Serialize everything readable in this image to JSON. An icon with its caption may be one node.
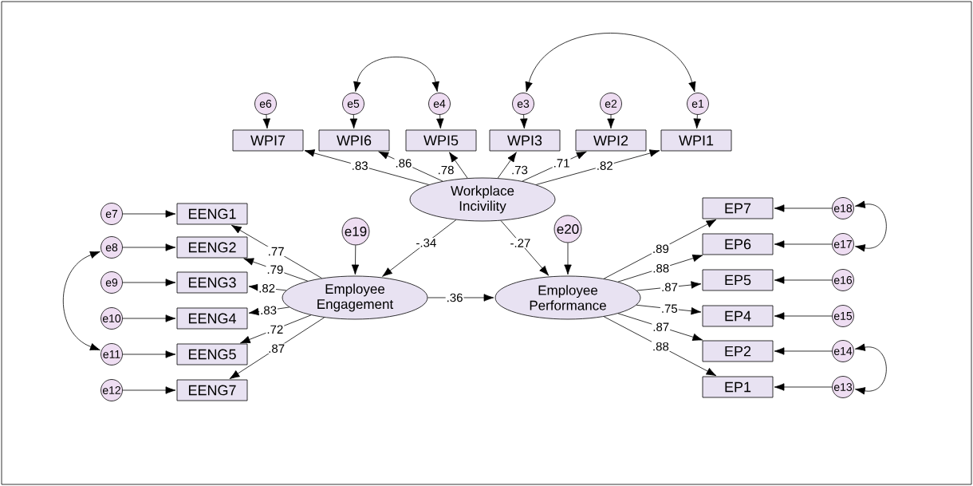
{
  "diagram": {
    "nodes": [
      {
        "text": [
          "e6"
        ]
      },
      {
        "text": [
          "e5"
        ]
      },
      {
        "text": [
          "e4"
        ]
      },
      {
        "text": [
          "e3"
        ]
      },
      {
        "text": [
          "e2"
        ]
      },
      {
        "text": [
          "e1"
        ]
      },
      {
        "text": [
          "WPI7"
        ]
      },
      {
        "text": [
          "WPI6"
        ]
      },
      {
        "text": [
          "WPI5"
        ]
      },
      {
        "text": [
          "WPI3"
        ]
      },
      {
        "text": [
          "WPI2"
        ]
      },
      {
        "text": [
          "WPI1"
        ]
      },
      {
        "text": [
          "Workplace Incivility"
        ]
      },
      {
        "text": [
          "e19"
        ]
      },
      {
        "text": [
          "e20"
        ]
      },
      {
        "text": [
          "Employee Engagement"
        ]
      },
      {
        "text": [
          "Employee Performance"
        ]
      },
      {
        "text": [
          "e7"
        ]
      },
      {
        "text": [
          "EENG1"
        ]
      },
      {
        "text": [
          "e8"
        ]
      },
      {
        "text": [
          "EENG2"
        ]
      },
      {
        "text": [
          "e9"
        ]
      },
      {
        "text": [
          "EENG3"
        ]
      },
      {
        "text": [
          "e10"
        ]
      },
      {
        "text": [
          "EENG4"
        ]
      },
      {
        "text": [
          "e11"
        ]
      },
      {
        "text": [
          "EENG5"
        ]
      },
      {
        "text": [
          "e12"
        ]
      },
      {
        "text": [
          "EENG7"
        ]
      },
      {
        "text": [
          "EP7"
        ]
      },
      {
        "text": [
          "e18"
        ]
      },
      {
        "text": [
          "EP6"
        ]
      },
      {
        "text": [
          "e17"
        ]
      },
      {
        "text": [
          "EP5"
        ]
      },
      {
        "text": [
          "e16"
        ]
      },
      {
        "text": [
          "EP4"
        ]
      },
      {
        "text": [
          "e15"
        ]
      },
      {
        "text": [
          "EP2"
        ]
      },
      {
        "text": [
          "e14"
        ]
      },
      {
        "text": [
          "EP1"
        ]
      },
      {
        "text": [
          "e13"
        ]
      }
    ],
    "edges": [
      {
        "from": 0,
        "to": 6,
        "arrow": "to"
      },
      {
        "from": 1,
        "to": 7,
        "arrow": "to"
      },
      {
        "from": 2,
        "to": 8,
        "arrow": "to"
      },
      {
        "from": 3,
        "to": 9,
        "arrow": "to"
      },
      {
        "from": 4,
        "to": 10,
        "arrow": "to"
      },
      {
        "from": 5,
        "to": 11,
        "arrow": "to"
      },
      {
        "from": 1,
        "to": 2,
        "arrow": "both"
      },
      {
        "from": 3,
        "to": 5,
        "arrow": "both"
      },
      {
        "from": 12,
        "to": 6,
        "arrow": "to",
        "label": ".83"
      },
      {
        "from": 12,
        "to": 7,
        "arrow": "to",
        "label": ".86"
      },
      {
        "from": 12,
        "to": 8,
        "arrow": "to",
        "label": ".78"
      },
      {
        "from": 12,
        "to": 9,
        "arrow": "to",
        "label": ".73"
      },
      {
        "from": 12,
        "to": 10,
        "arrow": "to",
        "label": ".71"
      },
      {
        "from": 12,
        "to": 11,
        "arrow": "to",
        "label": ".82"
      },
      {
        "from": 12,
        "to": 15,
        "arrow": "to",
        "label": "-.34"
      },
      {
        "from": 12,
        "to": 16,
        "arrow": "to",
        "label": "-.27"
      },
      {
        "from": 13,
        "to": 15,
        "arrow": "to"
      },
      {
        "from": 14,
        "to": 16,
        "arrow": "to"
      },
      {
        "from": 15,
        "to": 16,
        "arrow": "to",
        "label": ".36"
      },
      {
        "from": 17,
        "to": 18,
        "arrow": "to"
      },
      {
        "from": 19,
        "to": 20,
        "arrow": "to"
      },
      {
        "from": 21,
        "to": 22,
        "arrow": "to"
      },
      {
        "from": 23,
        "to": 24,
        "arrow": "to"
      },
      {
        "from": 25,
        "to": 26,
        "arrow": "to"
      },
      {
        "from": 27,
        "to": 28,
        "arrow": "to"
      },
      {
        "from": 15,
        "to": 18,
        "arrow": "to",
        "label": ".77"
      },
      {
        "from": 15,
        "to": 20,
        "arrow": "to",
        "label": ".79"
      },
      {
        "from": 15,
        "to": 22,
        "arrow": "to",
        "label": ".82"
      },
      {
        "from": 15,
        "to": 24,
        "arrow": "to",
        "label": ".83"
      },
      {
        "from": 15,
        "to": 26,
        "arrow": "to",
        "label": ".72"
      },
      {
        "from": 15,
        "to": 28,
        "arrow": "to",
        "label": ".87"
      },
      {
        "from": 19,
        "to": 25,
        "arrow": "both"
      },
      {
        "from": 16,
        "to": 29,
        "arrow": "to",
        "label": ".89"
      },
      {
        "from": 16,
        "to": 31,
        "arrow": "to",
        "label": ".88"
      },
      {
        "from": 16,
        "to": 33,
        "arrow": "to",
        "label": ".87"
      },
      {
        "from": 16,
        "to": 35,
        "arrow": "to",
        "label": ".75"
      },
      {
        "from": 16,
        "to": 37,
        "arrow": "to",
        "label": ".87"
      },
      {
        "from": 16,
        "to": 39,
        "arrow": "to",
        "label": ".88"
      },
      {
        "from": 30,
        "to": 29,
        "arrow": "to"
      },
      {
        "from": 32,
        "to": 31,
        "arrow": "to"
      },
      {
        "from": 34,
        "to": 33,
        "arrow": "to"
      },
      {
        "from": 36,
        "to": 35,
        "arrow": "to"
      },
      {
        "from": 38,
        "to": 37,
        "arrow": "to"
      },
      {
        "from": 40,
        "to": 39,
        "arrow": "to"
      },
      {
        "from": 30,
        "to": 32,
        "arrow": "both"
      },
      {
        "from": 38,
        "to": 40,
        "arrow": "both"
      }
    ]
  }
}
